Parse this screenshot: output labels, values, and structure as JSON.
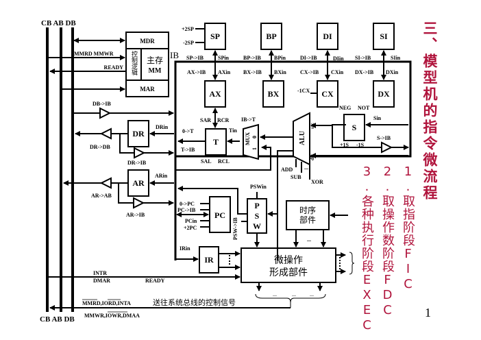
{
  "slide": {
    "title": "三、模型机的指令微流程",
    "steps": [
      "1.取指阶段FIC",
      "2.取操作数阶段FDC",
      "3.各种执行阶段EXEC"
    ],
    "page_number": "1"
  },
  "buses": {
    "cb": "CB",
    "ab": "AB",
    "db": "DB",
    "internal": "IB"
  },
  "memory": {
    "mdr": "MDR",
    "mar": "MAR",
    "ctrl_logic": "控制逻辑",
    "mm_line1": "主存",
    "mm_line2": "MM",
    "sig_rdwr": "MMRD MMWR",
    "sig_ready": "READY"
  },
  "registers": {
    "sp": "SP",
    "bp": "BP",
    "di": "DI",
    "si": "SI",
    "ax": "AX",
    "bx": "BX",
    "cx": "CX",
    "dx": "DX",
    "t": "T",
    "s": "S",
    "dr": "DR",
    "ar": "AR",
    "pc": "PC",
    "ir": "IR",
    "psw": [
      "P",
      "S",
      "W"
    ]
  },
  "signals": {
    "sp_plus": "+2SP",
    "sp_minus": "-2SP",
    "sp_ib": "SP->IB",
    "sp_in": "SPin",
    "bp_ib": "BP->IB",
    "bp_in": "BPin",
    "di_ib": "DI->IB",
    "di_in": "DIin",
    "si_ib": "SI->IB",
    "si_in": "SIin",
    "ax_ib": "AX->IB",
    "ax_in": "AXin",
    "bx_ib": "BX->IB",
    "bx_in": "BXin",
    "cx_ib": "CX->IB",
    "cx_in": "CXin",
    "cx_dec": "-1CX",
    "dx_ib": "DX->IB",
    "dx_in": "DXin",
    "db_ib": "DB->IB",
    "dr_in": "DRin",
    "dr_db": "DR->DB",
    "dr_ib": "DR->IB",
    "ar_in": "ARin",
    "ar_ab": "AR->AB",
    "ar_ib": "AR->IB",
    "t_zero": "0->T",
    "t_ib": "T->IB",
    "t_in": "Tin",
    "sar": "SAR",
    "rcr": "RCR",
    "sal": "SAL",
    "rcl": "RCL",
    "ib_t": "IB->T",
    "mux": "MUX",
    "mux0": "0",
    "mux1": "1",
    "alu": "ALU",
    "alu_src": "src",
    "alu_dst": "dst",
    "add": "ADD",
    "sub": "SUB",
    "xor": "XOR",
    "ellipsis": "...",
    "neg": "NEG",
    "not": "NOT",
    "s_in": "Sin",
    "s_inc": "+1S",
    "s_dec": "-1S",
    "s_ib": "S->IB",
    "psw_in": "PSWin",
    "psw_ib": "PSW->IB",
    "pc_zero": "0->PC",
    "pc_ib": "PC->IB",
    "pc_in": "PCin",
    "pc_inc": "+2PC",
    "ir_in": "IRin",
    "intr": "INTR",
    "dmar": "DMAR",
    "ready": "READY"
  },
  "units": {
    "timing_line1": "时序",
    "timing_line2": "部件",
    "micro_line1": "微操作",
    "micro_line2": "形成部件"
  },
  "control_out": {
    "row1": "MMRD,IORD,INTA",
    "row2": "MMWR,IOWR,DMAA",
    "description": "送往系统总线的控制信号"
  }
}
